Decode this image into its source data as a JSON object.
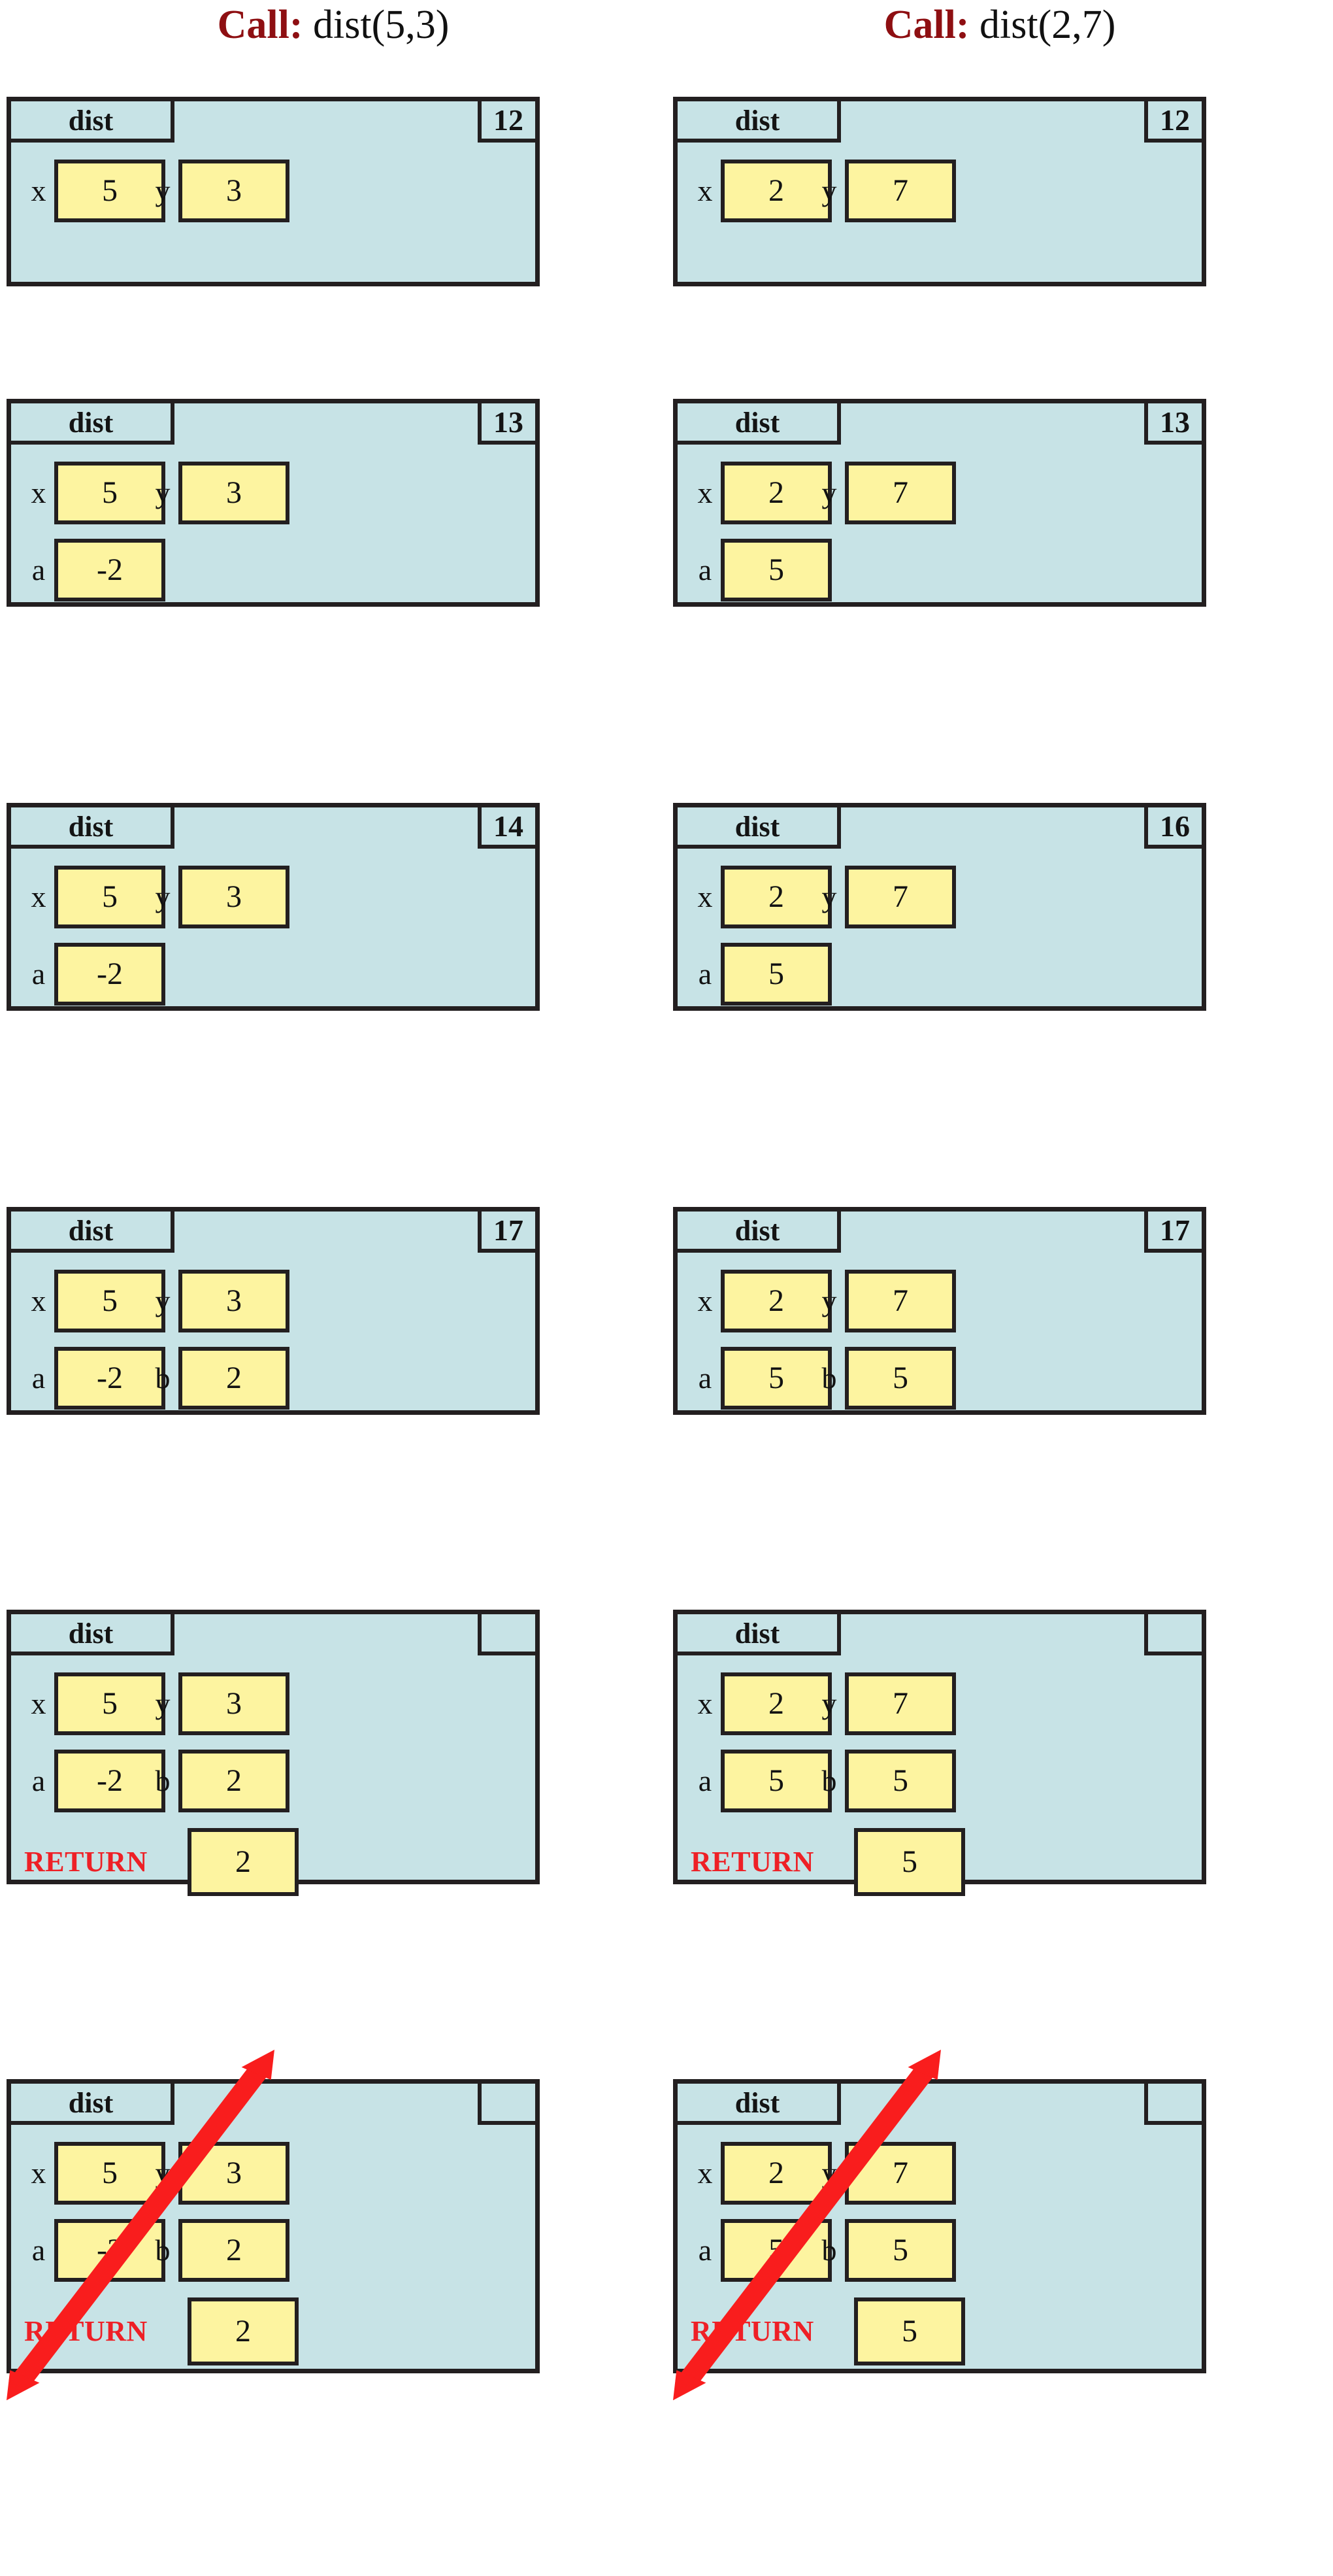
{
  "colors": {
    "frame_fill": "#c7e3e6",
    "frame_border": "#231f20",
    "value_box_fill": "#fdf4a0",
    "title_keyword": "#8e0f12",
    "return_red": "#ee2026",
    "cross_arrow": "#f91d1d"
  },
  "columns": [
    {
      "id": "left",
      "title": {
        "keyword": "Call:",
        "expression": "dist(5,3)"
      },
      "frames": [
        {
          "name": "dist",
          "line": "12",
          "rows": [
            [
              {
                "name": "x",
                "value": "5"
              },
              {
                "name": "y",
                "value": "3"
              }
            ]
          ],
          "return": null,
          "crossed_out": false
        },
        {
          "name": "dist",
          "line": "13",
          "rows": [
            [
              {
                "name": "x",
                "value": "5"
              },
              {
                "name": "y",
                "value": "3"
              }
            ],
            [
              {
                "name": "a",
                "value": "-2"
              }
            ]
          ],
          "return": null,
          "crossed_out": false
        },
        {
          "name": "dist",
          "line": "14",
          "rows": [
            [
              {
                "name": "x",
                "value": "5"
              },
              {
                "name": "y",
                "value": "3"
              }
            ],
            [
              {
                "name": "a",
                "value": "-2"
              }
            ]
          ],
          "return": null,
          "crossed_out": false
        },
        {
          "name": "dist",
          "line": "17",
          "rows": [
            [
              {
                "name": "x",
                "value": "5"
              },
              {
                "name": "y",
                "value": "3"
              }
            ],
            [
              {
                "name": "a",
                "value": "-2"
              },
              {
                "name": "b",
                "value": "2"
              }
            ]
          ],
          "return": null,
          "crossed_out": false
        },
        {
          "name": "dist",
          "line": "",
          "rows": [
            [
              {
                "name": "x",
                "value": "5"
              },
              {
                "name": "y",
                "value": "3"
              }
            ],
            [
              {
                "name": "a",
                "value": "-2"
              },
              {
                "name": "b",
                "value": "2"
              }
            ]
          ],
          "return": {
            "label": "RETURN",
            "value": "2"
          },
          "crossed_out": false
        },
        {
          "name": "dist",
          "line": "",
          "rows": [
            [
              {
                "name": "x",
                "value": "5"
              },
              {
                "name": "y",
                "value": "3"
              }
            ],
            [
              {
                "name": "a",
                "value": "-2"
              },
              {
                "name": "b",
                "value": "2"
              }
            ]
          ],
          "return": {
            "label": "RETURN",
            "value": "2"
          },
          "crossed_out": true
        }
      ]
    },
    {
      "id": "right",
      "title": {
        "keyword": "Call:",
        "expression": "dist(2,7)"
      },
      "frames": [
        {
          "name": "dist",
          "line": "12",
          "rows": [
            [
              {
                "name": "x",
                "value": "2"
              },
              {
                "name": "y",
                "value": "7"
              }
            ]
          ],
          "return": null,
          "crossed_out": false
        },
        {
          "name": "dist",
          "line": "13",
          "rows": [
            [
              {
                "name": "x",
                "value": "2"
              },
              {
                "name": "y",
                "value": "7"
              }
            ],
            [
              {
                "name": "a",
                "value": "5"
              }
            ]
          ],
          "return": null,
          "crossed_out": false
        },
        {
          "name": "dist",
          "line": "16",
          "rows": [
            [
              {
                "name": "x",
                "value": "2"
              },
              {
                "name": "y",
                "value": "7"
              }
            ],
            [
              {
                "name": "a",
                "value": "5"
              }
            ]
          ],
          "return": null,
          "crossed_out": false
        },
        {
          "name": "dist",
          "line": "17",
          "rows": [
            [
              {
                "name": "x",
                "value": "2"
              },
              {
                "name": "y",
                "value": "7"
              }
            ],
            [
              {
                "name": "a",
                "value": "5"
              },
              {
                "name": "b",
                "value": "5"
              }
            ]
          ],
          "return": null,
          "crossed_out": false
        },
        {
          "name": "dist",
          "line": "",
          "rows": [
            [
              {
                "name": "x",
                "value": "2"
              },
              {
                "name": "y",
                "value": "7"
              }
            ],
            [
              {
                "name": "a",
                "value": "5"
              },
              {
                "name": "b",
                "value": "5"
              }
            ]
          ],
          "return": {
            "label": "RETURN",
            "value": "5"
          },
          "crossed_out": false
        },
        {
          "name": "dist",
          "line": "",
          "rows": [
            [
              {
                "name": "x",
                "value": "2"
              },
              {
                "name": "y",
                "value": "7"
              }
            ],
            [
              {
                "name": "a",
                "value": "5"
              },
              {
                "name": "b",
                "value": "5"
              }
            ]
          ],
          "return": {
            "label": "RETURN",
            "value": "5"
          },
          "crossed_out": true
        }
      ]
    }
  ],
  "layout": {
    "frame_tops": [
      148,
      610,
      1228,
      1846,
      2462,
      3180
    ],
    "frame_heights": [
      290,
      318,
      318,
      318,
      420,
      450
    ]
  }
}
